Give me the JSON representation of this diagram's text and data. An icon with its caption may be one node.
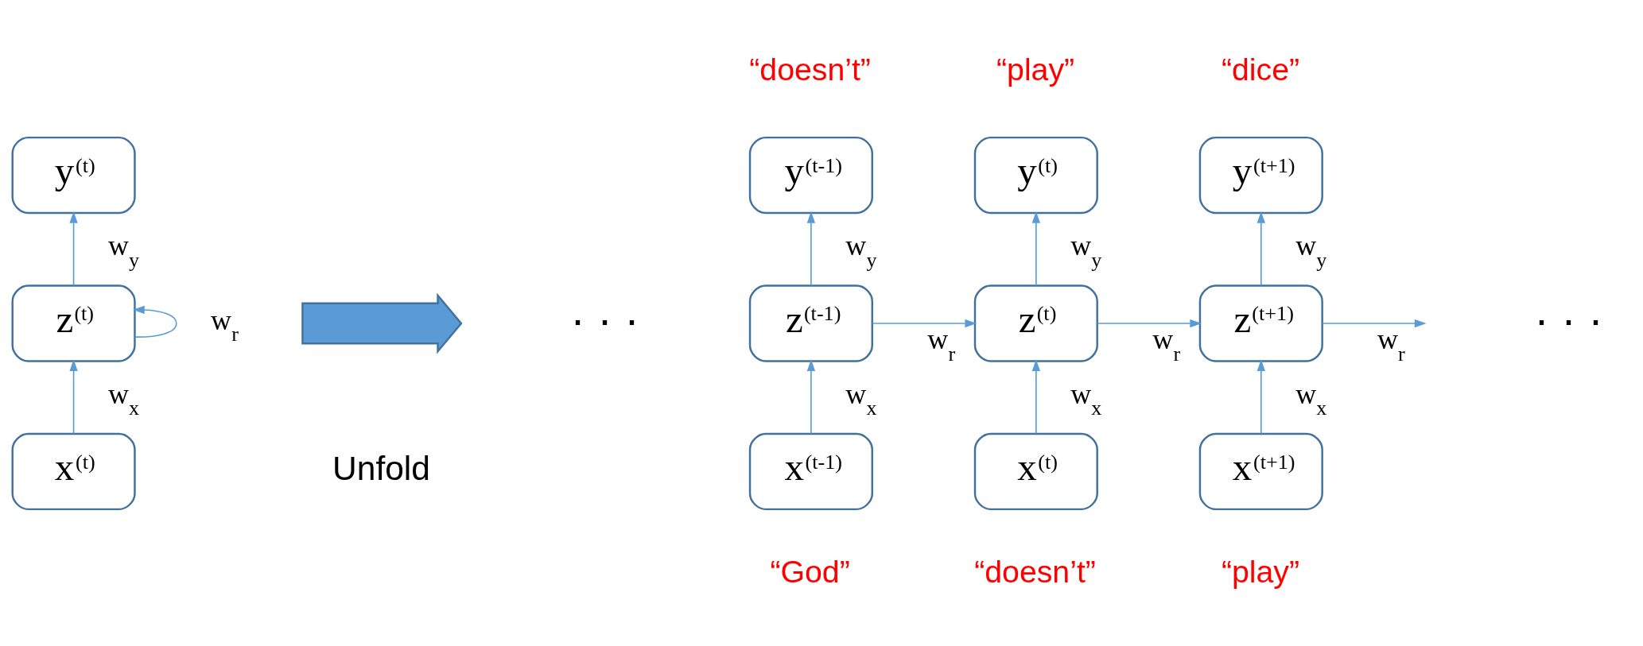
{
  "diagram": {
    "nodes": [
      {
        "text": [
          "y$^{(t)}$"
        ]
      },
      {
        "text": [
          "z$^{(t)}$"
        ]
      },
      {
        "text": [
          "x$^{(t)}$"
        ]
      },
      {
        "text": [],
        "shape": "arrow",
        "beside": [
          "Unfold"
        ]
      },
      {
        "text": [
          "y$^{(t-1)}$"
        ],
        "beside": [
          "“doesn’t”"
        ]
      },
      {
        "text": [
          "y$^{(t)}$"
        ],
        "beside": [
          "“play”"
        ]
      },
      {
        "text": [
          "y$^{(t+1)}$"
        ],
        "beside": [
          "“dice”"
        ]
      },
      {
        "text": [
          "z$^{(t-1)}$"
        ]
      },
      {
        "text": [
          "z$^{(t)}$"
        ]
      },
      {
        "text": [
          "z$^{(t+1)}$"
        ]
      },
      {
        "text": [
          "x$^{(t-1)}$"
        ],
        "beside": [
          "“God”"
        ]
      },
      {
        "text": [
          "x$^{(t)}$"
        ],
        "beside": [
          "“doesn’t”"
        ]
      },
      {
        "text": [
          "x$^{(t+1)}$"
        ],
        "beside": [
          "“play”"
        ]
      }
    ],
    "edges": [
      {
        "from": 2,
        "to": 1,
        "arrow": "to",
        "label": "w$_{x}$"
      },
      {
        "from": 1,
        "to": 0,
        "arrow": "to",
        "label": "w$_{y}$"
      },
      {
        "from": 1,
        "to": 1,
        "arrow": "to",
        "label": "w$_{r}$"
      },
      {
        "from": 10,
        "to": 7,
        "arrow": "to",
        "label": "w$_{x}$"
      },
      {
        "from": 7,
        "to": 4,
        "arrow": "to",
        "label": "w$_{y}$"
      },
      {
        "from": 7,
        "to": 8,
        "arrow": "to",
        "label": "w$_{r}$"
      },
      {
        "from": 11,
        "to": 8,
        "arrow": "to",
        "label": "w$_{x}$"
      },
      {
        "from": 8,
        "to": 5,
        "arrow": "to",
        "label": "w$_{y}$"
      },
      {
        "from": 8,
        "to": 9,
        "arrow": "to",
        "label": "w$_{r}$"
      },
      {
        "from": 12,
        "to": 9,
        "arrow": "to",
        "label": "w$_{x}$"
      },
      {
        "from": 9,
        "to": 6,
        "arrow": "to",
        "label": "w$_{y}$"
      },
      {
        "from": 9,
        "to": null,
        "arrow": "to",
        "label": "w$_{r}$"
      }
    ],
    "labels": [
      "· · ·",
      "· · ·"
    ]
  }
}
